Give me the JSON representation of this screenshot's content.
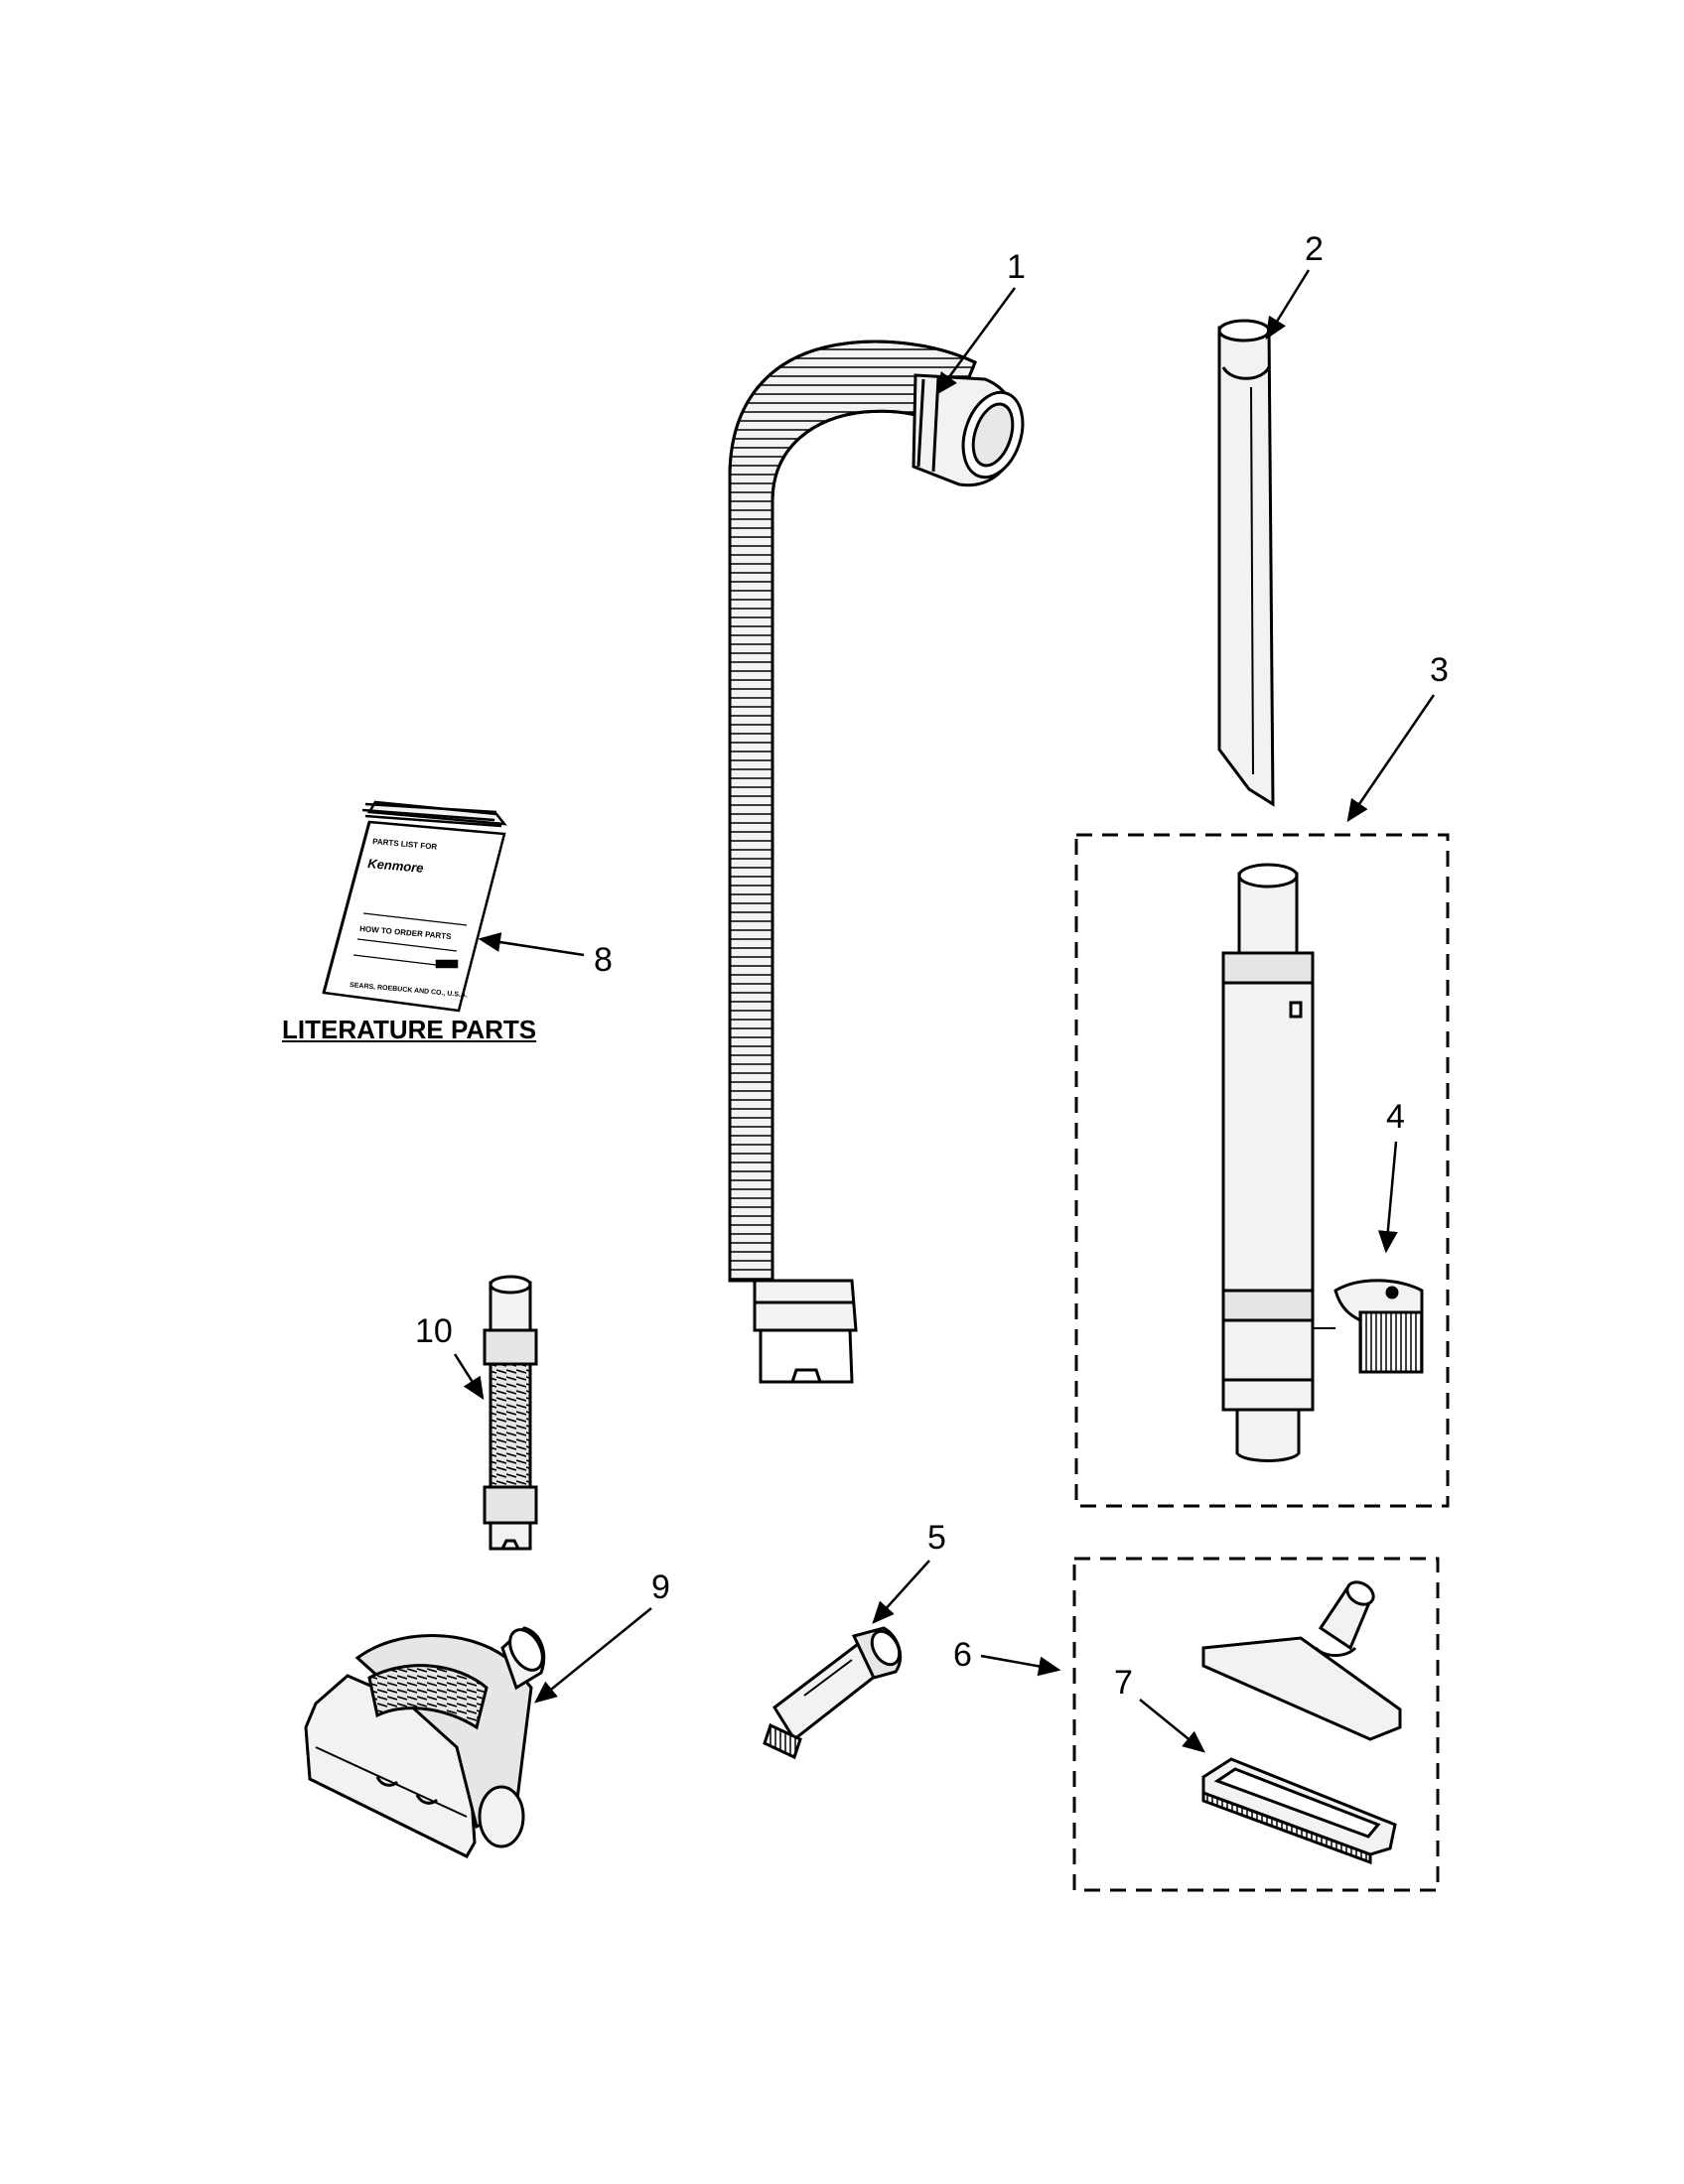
{
  "callouts": {
    "c1": "1",
    "c2": "2",
    "c3": "3",
    "c4": "4",
    "c5": "5",
    "c6": "6",
    "c7": "7",
    "c8": "8",
    "c9": "9",
    "c10": "10"
  },
  "literature": {
    "section_label": "LITERATURE PARTS",
    "booklet_header": "PARTS LIST FOR",
    "booklet_brand": "Kenmore",
    "booklet_howto": "HOW TO ORDER PARTS",
    "booklet_company": "SEARS, ROEBUCK AND CO., U.S.A."
  },
  "colors": {
    "line": "#000000",
    "part_fill": "#f2f2f2",
    "shade": "#cfcfcf"
  }
}
